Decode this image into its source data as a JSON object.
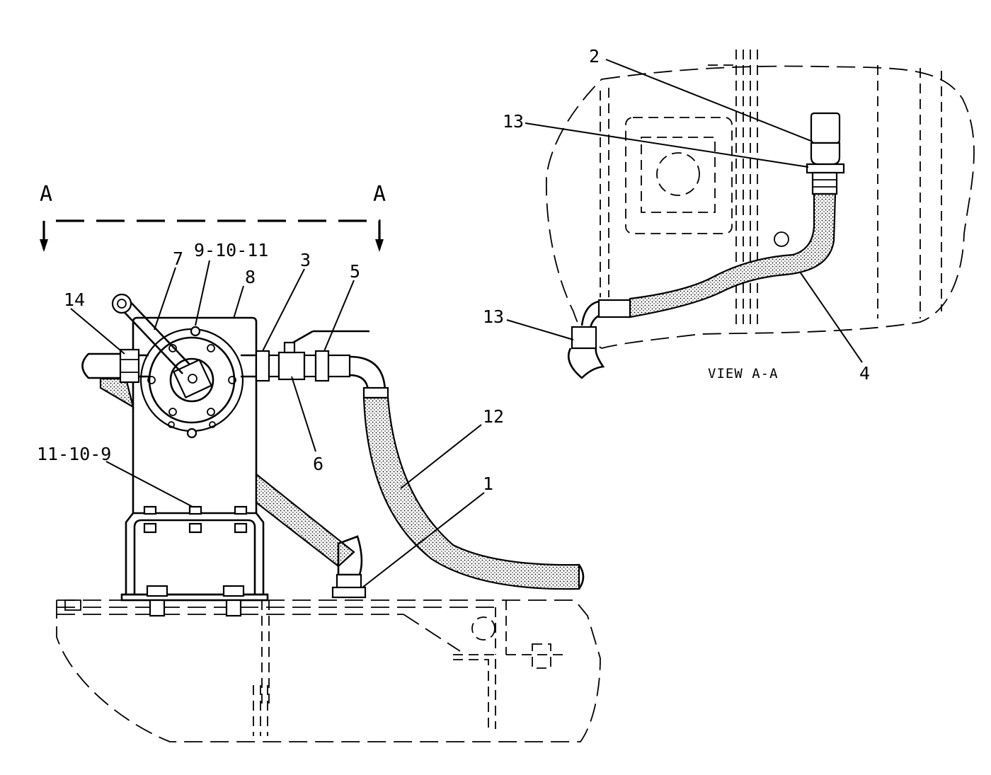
{
  "section_marker": {
    "left": "A",
    "right": "A"
  },
  "view_caption": "VIEW A-A",
  "callouts": {
    "c1": "1",
    "c2": "2",
    "c3": "3",
    "c4": "4",
    "c5": "5",
    "c6": "6",
    "c7": "7",
    "c8": "8",
    "c9_10_11": "9-10-11",
    "c11_10_9": "11-10-9",
    "c12": "12",
    "c13_upper": "13",
    "c13_lower": "13",
    "c14": "14"
  }
}
